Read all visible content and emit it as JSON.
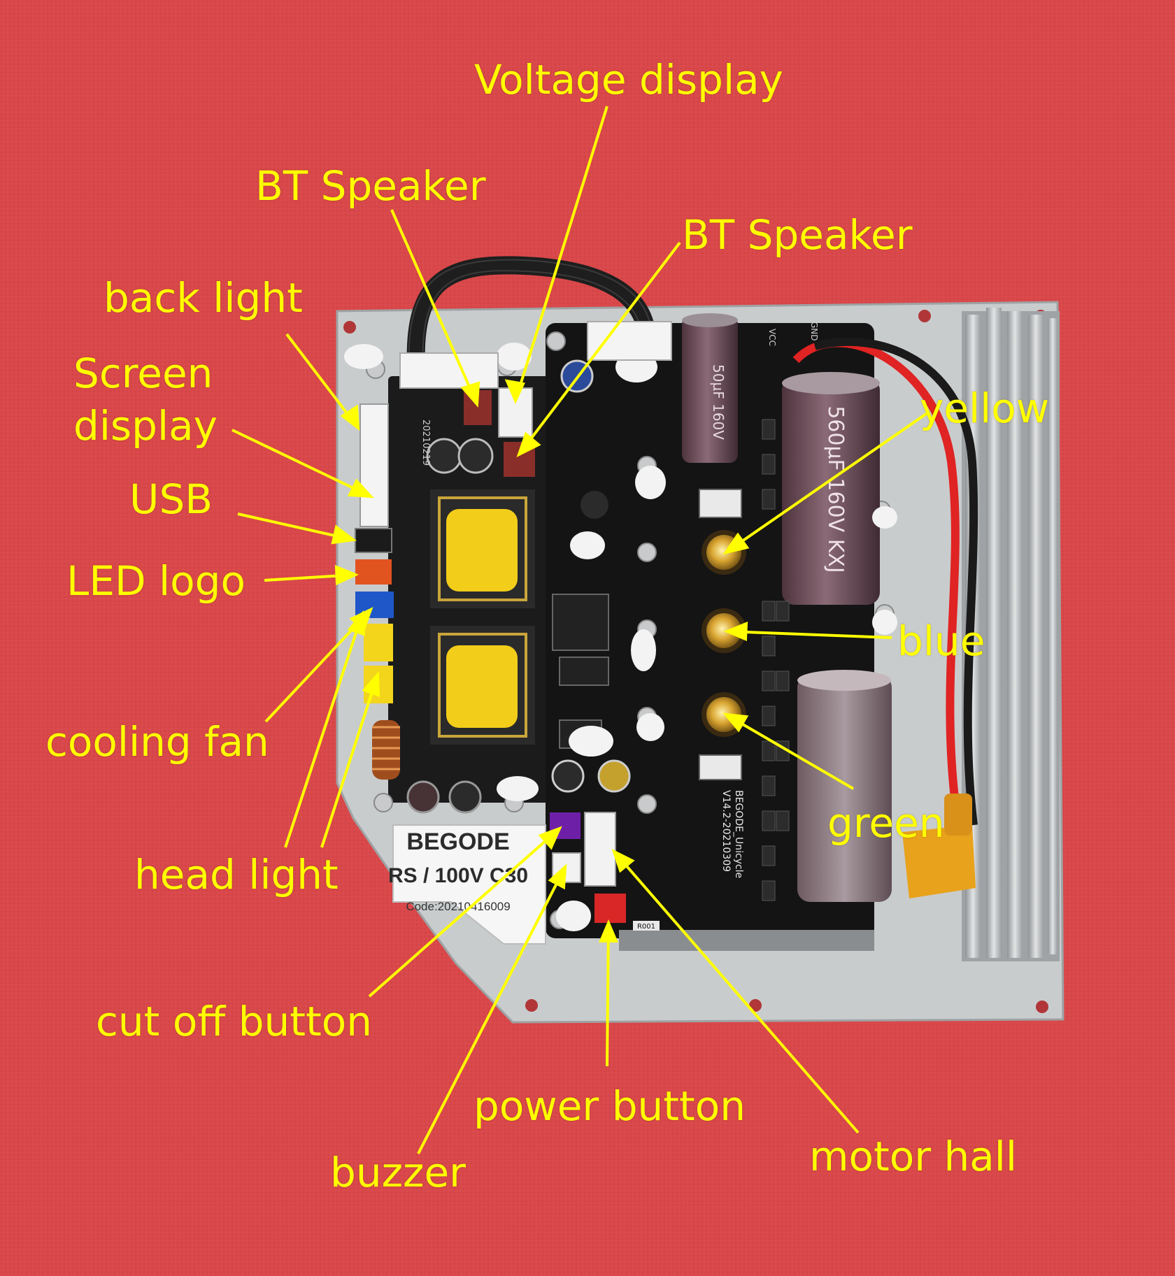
{
  "photo": {
    "subject": "controller-board",
    "colors": {
      "background": "#d9484a",
      "label": "#ffff00",
      "pcb": "#141414",
      "plate": "#c9cccd",
      "heatsink": "#b9bdc0",
      "capacitor": "#6d4b57",
      "transformer_core": "#f2cd1a",
      "xt_connector": "#e8a21b"
    }
  },
  "board_print": {
    "sticker_line1": "BEGODE",
    "sticker_line2": "RS / 100V C30",
    "sticker_line3": "Code:20210416009",
    "pcb_model": "BEGODE_Unicycle",
    "pcb_version": "V14.2-20210309",
    "pcb_date": "20210219",
    "cap_value_1": "560µF",
    "cap_voltage_1": "160V",
    "cap_series": "KXJ",
    "cap_value_2": "50µF",
    "cap_voltage_2": "160V",
    "vcc_mark": "VCC",
    "gnd_mark": "GND",
    "power_mark": "R001"
  },
  "labels": [
    {
      "key": "voltage_display",
      "text": "Voltage display"
    },
    {
      "key": "bt_speaker_1",
      "text": "BT Speaker"
    },
    {
      "key": "bt_speaker_2",
      "text": "BT Speaker"
    },
    {
      "key": "back_light",
      "text": "back light"
    },
    {
      "key": "screen_display",
      "lines": [
        "Screen",
        "display"
      ]
    },
    {
      "key": "usb",
      "text": "USB"
    },
    {
      "key": "led_logo",
      "text": "LED logo"
    },
    {
      "key": "cooling_fan",
      "text": "cooling fan"
    },
    {
      "key": "head_light",
      "text": "head light"
    },
    {
      "key": "yellow",
      "text": "yellow"
    },
    {
      "key": "blue",
      "text": "blue"
    },
    {
      "key": "green",
      "text": "green"
    },
    {
      "key": "cut_off_button",
      "text": "cut off button"
    },
    {
      "key": "power_button",
      "text": "power button"
    },
    {
      "key": "buzzer",
      "text": "buzzer"
    },
    {
      "key": "motor_hall",
      "text": "motor hall"
    }
  ]
}
